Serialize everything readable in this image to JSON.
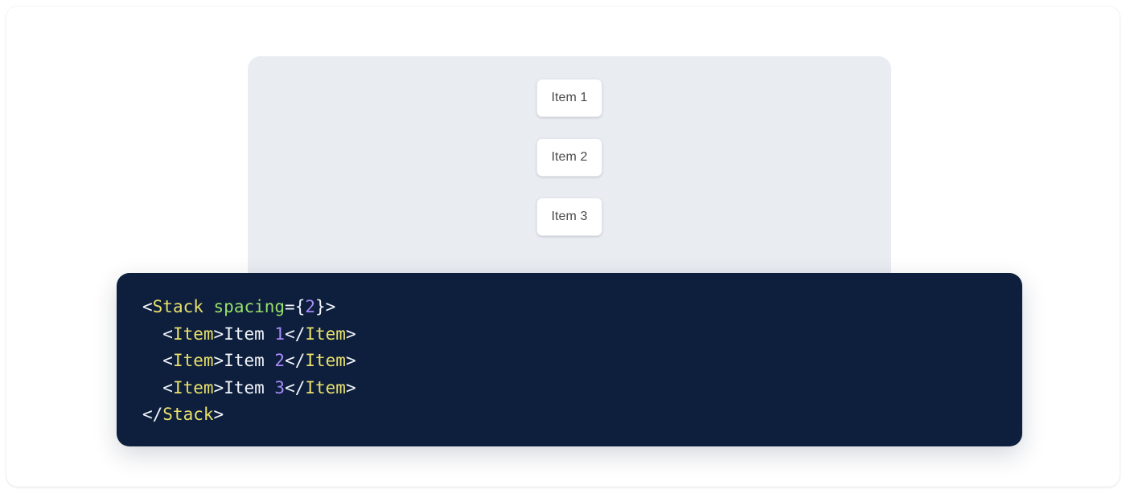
{
  "colors": {
    "page_background": "#ffffff",
    "panel_background": "#e9ecf1",
    "card_background": "#ffffff",
    "card_text": "#4a4a4a",
    "code_background": "#0e1f3d",
    "code_plain": "#f2f5fa",
    "code_tag": "#e8e06a",
    "code_attribute": "#96e06a",
    "code_number": "#a78bfa"
  },
  "preview": {
    "stack": {
      "items": [
        {
          "label": "Item 1"
        },
        {
          "label": "Item 2"
        },
        {
          "label": "Item 3"
        }
      ]
    }
  },
  "code": {
    "language": "jsx",
    "lines": [
      {
        "indent": "",
        "tokens": [
          {
            "text": "<",
            "type": "punct"
          },
          {
            "text": "Stack",
            "type": "tag"
          },
          {
            "text": " ",
            "type": "plain"
          },
          {
            "text": "spacing",
            "type": "attr"
          },
          {
            "text": "={",
            "type": "punct"
          },
          {
            "text": "2",
            "type": "num"
          },
          {
            "text": "}>",
            "type": "punct"
          }
        ]
      },
      {
        "indent": "  ",
        "tokens": [
          {
            "text": "<",
            "type": "punct"
          },
          {
            "text": "Item",
            "type": "tag"
          },
          {
            "text": ">",
            "type": "punct"
          },
          {
            "text": "Item ",
            "type": "plain"
          },
          {
            "text": "1",
            "type": "num"
          },
          {
            "text": "</",
            "type": "punct"
          },
          {
            "text": "Item",
            "type": "tag"
          },
          {
            "text": ">",
            "type": "punct"
          }
        ]
      },
      {
        "indent": "  ",
        "tokens": [
          {
            "text": "<",
            "type": "punct"
          },
          {
            "text": "Item",
            "type": "tag"
          },
          {
            "text": ">",
            "type": "punct"
          },
          {
            "text": "Item ",
            "type": "plain"
          },
          {
            "text": "2",
            "type": "num"
          },
          {
            "text": "</",
            "type": "punct"
          },
          {
            "text": "Item",
            "type": "tag"
          },
          {
            "text": ">",
            "type": "punct"
          }
        ]
      },
      {
        "indent": "  ",
        "tokens": [
          {
            "text": "<",
            "type": "punct"
          },
          {
            "text": "Item",
            "type": "tag"
          },
          {
            "text": ">",
            "type": "punct"
          },
          {
            "text": "Item ",
            "type": "plain"
          },
          {
            "text": "3",
            "type": "num"
          },
          {
            "text": "</",
            "type": "punct"
          },
          {
            "text": "Item",
            "type": "tag"
          },
          {
            "text": ">",
            "type": "punct"
          }
        ]
      },
      {
        "indent": "",
        "tokens": [
          {
            "text": "</",
            "type": "punct"
          },
          {
            "text": "Stack",
            "type": "tag"
          },
          {
            "text": ">",
            "type": "punct"
          }
        ]
      }
    ]
  }
}
